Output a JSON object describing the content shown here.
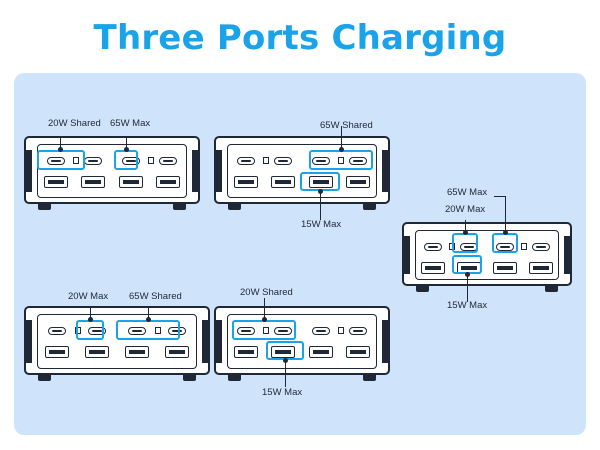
{
  "title": "Three Ports Charging",
  "accent_color": "#1aa3e8",
  "outline_color": "#1e2836",
  "panel_color": "#cfe4fb",
  "configurations": [
    {
      "labels": [
        "20W Shared",
        "65W Max"
      ]
    },
    {
      "labels": [
        "65W Shared",
        "15W Max"
      ]
    },
    {
      "labels": [
        "65W Max",
        "20W Max",
        "15W Max"
      ]
    },
    {
      "labels": [
        "20W Max",
        "65W Shared"
      ]
    },
    {
      "labels": [
        "20W Shared",
        "15W Max"
      ]
    }
  ]
}
